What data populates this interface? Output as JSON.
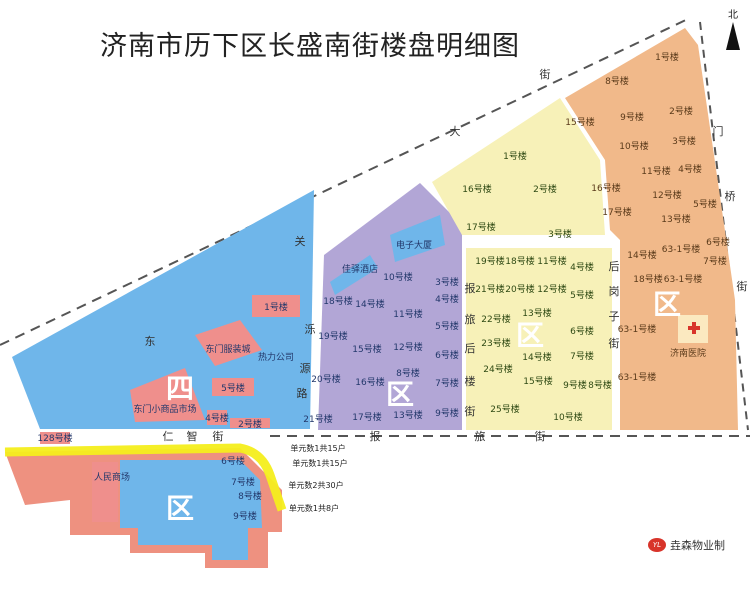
{
  "title": "济南市历下区长盛南街楼盘明细图",
  "north_label": "北",
  "brand": {
    "logo_text": "YL",
    "label": "垚森物业制"
  },
  "colors": {
    "west": "#6fb6ea",
    "purple": "#b2a6d6",
    "yellow": "#f7f1b8",
    "east": "#f1b98a",
    "south": "#6fb6ea",
    "south_border": "#ee9180",
    "building_pink": "#ef8f8c",
    "building_green": "#a9cd6a",
    "building_cream": "#fbe9c0",
    "highlight": "#f4ee1c"
  },
  "roads": [
    {
      "name": "东"
    },
    {
      "name": "关"
    },
    {
      "name": "大"
    },
    {
      "name": "街"
    },
    {
      "name": "仁"
    },
    {
      "name": "智"
    },
    {
      "name": "街"
    },
    {
      "name": "报"
    },
    {
      "name": "旅"
    },
    {
      "name": "街"
    },
    {
      "name": "报"
    },
    {
      "name": "旅"
    },
    {
      "name": "后"
    },
    {
      "name": "楼"
    },
    {
      "name": "街"
    },
    {
      "name": "后"
    },
    {
      "name": "岗"
    },
    {
      "name": "子"
    },
    {
      "name": "街"
    },
    {
      "name": "门"
    },
    {
      "name": "桥"
    },
    {
      "name": "街"
    },
    {
      "name": "泺"
    },
    {
      "name": "源"
    },
    {
      "name": "路"
    }
  ],
  "zones": [
    "四",
    "区",
    "区",
    "区",
    "区"
  ],
  "regions": {
    "west": [
      "1号楼",
      "东门服装城",
      "热力公司",
      "5号楼",
      "东门小商品市场",
      "4号楼",
      "2号楼",
      "128号楼"
    ],
    "purple": [
      "电子大厦",
      "佳驿酒店",
      "10号楼",
      "3号楼",
      "18号楼",
      "14号楼",
      "11号楼",
      "4号楼",
      "19号楼",
      "15号楼",
      "12号楼",
      "5号楼",
      "6号楼",
      "20号楼",
      "16号楼",
      "8号楼",
      "7号楼",
      "13号楼",
      "9号楼",
      "21号楼",
      "17号楼"
    ],
    "yellow_north": [
      "1号楼",
      "16号楼",
      "2号楼",
      "17号楼",
      "3号楼"
    ],
    "yellow_center": [
      "19号楼",
      "18号楼",
      "11号楼",
      "21号楼",
      "20号楼",
      "12号楼",
      "22号楼",
      "13号楼",
      "23号楼",
      "14号楼",
      "24号楼",
      "15号楼",
      "25号楼",
      "10号楼",
      "4号楼",
      "5号楼",
      "6号楼",
      "7号楼",
      "9号楼",
      "8号楼"
    ],
    "east": [
      "1号楼",
      "8号楼",
      "15号楼",
      "9号楼",
      "2号楼",
      "10号楼",
      "3号楼",
      "11号楼",
      "4号楼",
      "16号楼",
      "12号楼",
      "5号楼",
      "17号楼",
      "13号楼",
      "14号楼",
      "6号楼",
      "63-1号楼",
      "63-1号楼",
      "7号楼",
      "18号楼",
      "63-1号楼",
      "63-1号楼",
      "济南医院"
    ],
    "south": [
      "人民商场",
      "6号楼",
      "7号楼",
      "8号楼",
      "9号楼"
    ]
  },
  "annotations": [
    "单元数1共15户",
    "单元数1共15户",
    "单元数2共30户",
    "单元数1共8户"
  ]
}
